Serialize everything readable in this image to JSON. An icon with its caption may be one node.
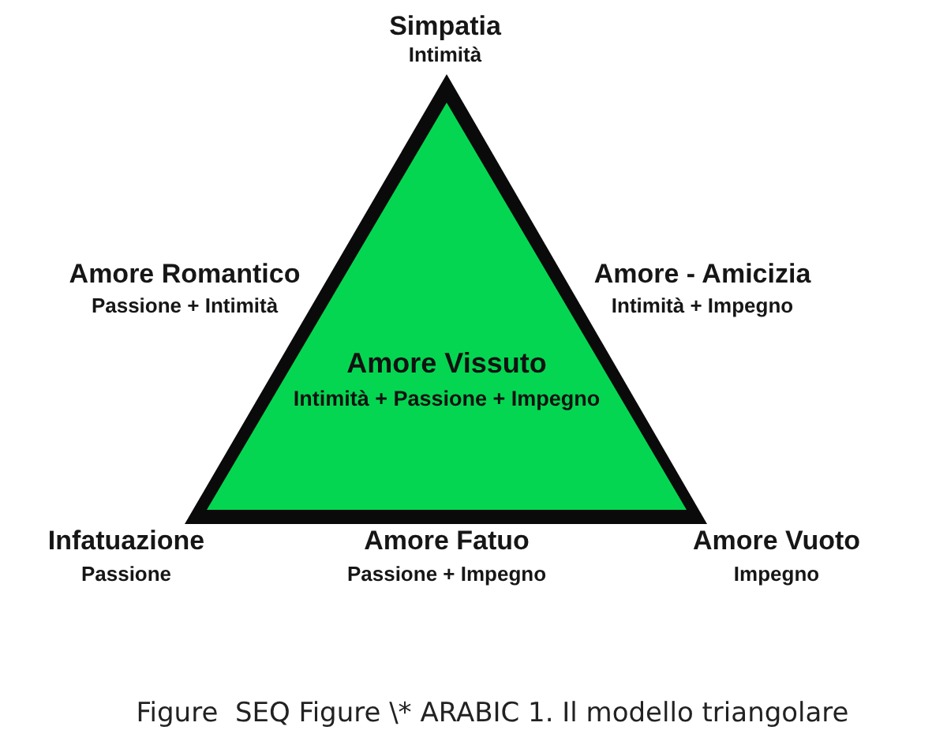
{
  "diagram": {
    "caption": "Figure  SEQ Figure \\* ARABIC 1. Il modello triangolare",
    "nodes": [
      {
        "text": [
          "Amore Vissuto",
          "Intimità + Passione + Impegno"
        ]
      }
    ],
    "labels": [
      "Simpatia",
      "Intimità",
      "Amore Romantico",
      "Passione + Intimità",
      "Amore - Amicizia",
      "Intimità + Impegno",
      "Infatuazione",
      "Passione",
      "Amore Fatuo",
      "Passione + Impegno",
      "Amore Vuoto",
      "Impegno"
    ]
  }
}
